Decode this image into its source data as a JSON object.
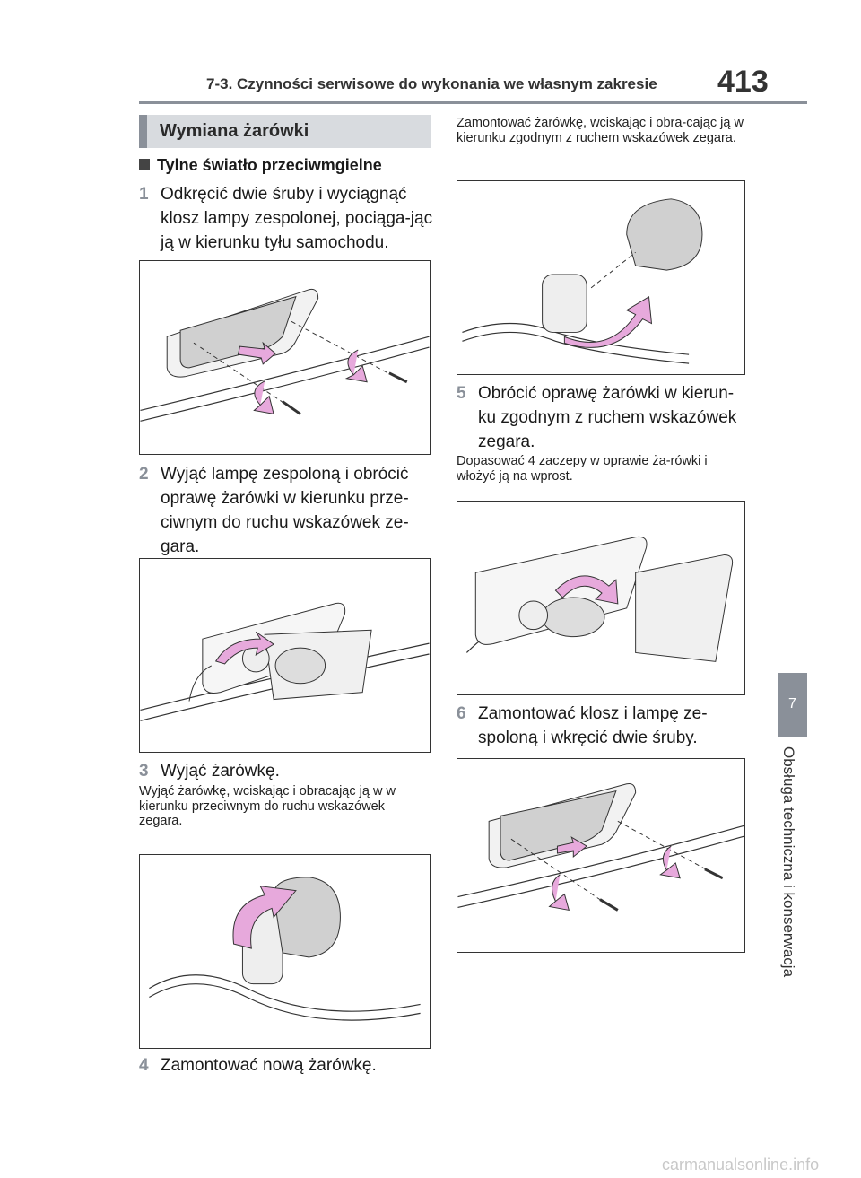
{
  "header": {
    "section_title": "7-3. Czynności serwisowe do wykonania we własnym zakresie",
    "page_number": "413"
  },
  "section": {
    "title": "Wymiana żarówki"
  },
  "subheading": "Tylne światło przeciwmgielne",
  "steps": [
    {
      "num": "1",
      "text": "Odkręcić dwie śruby i wyciągnąć klosz lampy zespolonej, pociąga-jąc ją w kierunku tyłu samochodu."
    },
    {
      "num": "2",
      "text": "Wyjąć lampę zespoloną i obrócić oprawę żarówki w kierunku prze-ciwnym do ruchu wskazówek ze-gara."
    },
    {
      "num": "3",
      "text": "Wyjąć żarówkę."
    },
    {
      "num": "4",
      "text": "Zamontować nową żarówkę."
    },
    {
      "num": "5",
      "text": "Obrócić oprawę żarówki w kierun-ku zgodnym z ruchem wskazówek zegara."
    },
    {
      "num": "6",
      "text": "Zamontować klosz i lampę ze-spoloną i wkręcić dwie śruby."
    }
  ],
  "notes": {
    "step3": "Wyjąć żarówkę, wciskając i obracając ją w w kierunku przeciwnym do ruchu wskazówek zegara.",
    "step4": "Zamontować żarówkę, wciskając i obra-cając ją w kierunku zgodnym z ruchem wskazówek zegara.",
    "step5": "Dopasować 4 zaczepy w oprawie ża-rówki i włożyć ją na wprost."
  },
  "side_tab": {
    "number": "7",
    "label": "Obsługa techniczna i konserwacja"
  },
  "watermark": "carmanualsonline.info",
  "colors": {
    "accent_gray": "#8a9099",
    "arrow_pink": "#e7a9dc",
    "lens_gray": "#d8d8d8"
  }
}
